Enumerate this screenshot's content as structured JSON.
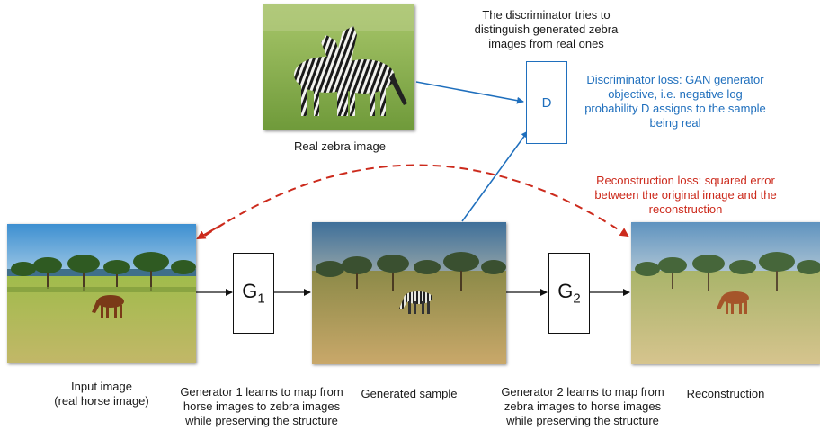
{
  "captions": {
    "discriminator_desc": "The discriminator tries to distinguish generated zebra images from real ones",
    "real_zebra": "Real zebra image",
    "disc_loss": "Discriminator loss: GAN generator objective, i.e. negative log probability D assigns to the sample being real",
    "recon_loss": "Reconstruction loss: squared error between the original image and the reconstruction",
    "input_image": "Input image\n(real horse image)",
    "gen1_desc": "Generator 1 learns to map from horse images to zebra images while preserving the structure",
    "generated_sample": "Generated sample",
    "gen2_desc": "Generator 2 learns to map from zebra images to horse images while preserving the structure",
    "reconstruction": "Reconstruction"
  },
  "boxes": {
    "d_label": "D",
    "g1_base": "G",
    "g1_sub": "1",
    "g2_base": "G",
    "g2_sub": "2"
  },
  "colors": {
    "discriminator": "#1f6fbd",
    "reconstruction": "#cc2a1c",
    "arrow": "#111111"
  }
}
